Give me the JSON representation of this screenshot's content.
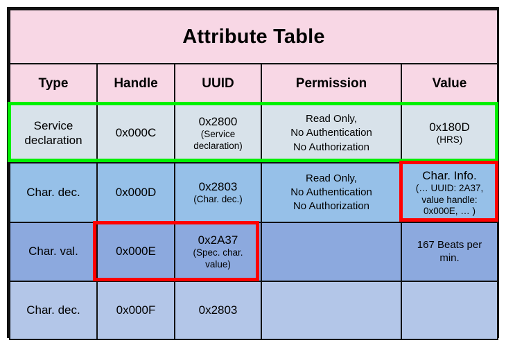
{
  "title": "Attribute Table",
  "columns": [
    "Type",
    "Handle",
    "UUID",
    "Permission",
    "Value"
  ],
  "rows": [
    {
      "type": "Service declaration",
      "handle": "0x000C",
      "uuid_main": "0x2800",
      "uuid_sub": "(Service declaration)",
      "permission": "Read Only, No Authentication No Authorization",
      "value_main": "0x180D",
      "value_sub": "(HRS)"
    },
    {
      "type": "Char. dec.",
      "handle": "0x000D",
      "uuid_main": "0x2803",
      "uuid_sub": "(Char. dec.)",
      "permission": "Read Only, No Authentication No Authorization",
      "value_main": "Char. Info.",
      "value_sub": "(… UUID: 2A37, value handle: 0x000E, … )"
    },
    {
      "type": "Char. val.",
      "handle": "0x000E",
      "uuid_main": "0x2A37",
      "uuid_sub": "(Spec. char. value)",
      "permission": "",
      "value_main": "167 Beats per min.",
      "value_sub": ""
    },
    {
      "type": "Char. dec.",
      "handle": "0x000F",
      "uuid_main": "0x2803",
      "uuid_sub": "",
      "permission": "",
      "value_main": "",
      "value_sub": ""
    }
  ],
  "permission_lines": [
    "Read Only,",
    "No Authentication",
    "No Authorization"
  ],
  "char_info_lines": [
    "(… UUID: 2A37,",
    "value handle:",
    "0x000E, … )"
  ],
  "uuid_service_lines": [
    "(Service",
    "declaration)"
  ],
  "uuid_specchar_lines": [
    "(Spec. char.",
    "value)"
  ],
  "type_service_lines": [
    "Service",
    "declaration"
  ],
  "value_hr_lines": [
    "167 Beats per",
    "min."
  ],
  "highlights": {
    "service_row": "green-highlight-service-declaration-row",
    "char_info": "red-highlight-char-info-value",
    "char_value": "red-highlight-char-value-handle-uuid"
  },
  "colors": {
    "title_bg": "#f8d7e5",
    "header_bg": "#f8d7e5",
    "row1_bg": "#d8e2ea",
    "row2_bg": "#96c0e8",
    "row3_bg": "#8ca9de",
    "row4_bg": "#b3c6e8",
    "border": "#111111",
    "highlight_green": "#00ef00",
    "highlight_red": "#ff0000"
  }
}
